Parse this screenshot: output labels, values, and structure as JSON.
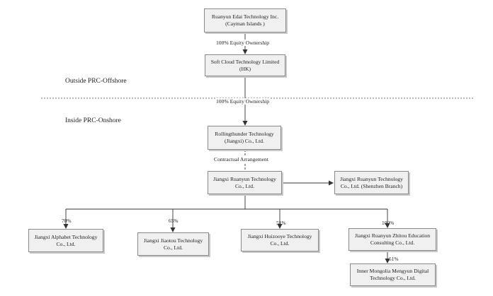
{
  "regions": {
    "outside": "Outside PRC-Offshore",
    "inside": "Inside PRC-Onshore"
  },
  "nodes": {
    "ruanyun_edai": {
      "line1": "Ruanyun Edai Technology Inc.",
      "line2": "(Cayman Islands )"
    },
    "soft_cloud": {
      "line1": "Soft Cloud Technology Limited",
      "line2": "(HK)"
    },
    "rollingthunder": {
      "line1": "Rollingthunder Technology",
      "line2": "(Jiangxi) Co., Ltd."
    },
    "jiangxi_ruanyun": {
      "line1": "Jiangxi Ruanyun Technology",
      "line2": "Co., Ltd."
    },
    "shenzhen_branch": {
      "line1": "Jiangxi Ruanyun Technology",
      "line2": "Co., Ltd. (Shenzhen Branch)"
    },
    "alphabet": {
      "line1": "Jiangxi Alphabet Technology",
      "line2": "Co., Ltd."
    },
    "jiaotou": {
      "line1": "Jiangxi Jiaotou Technology",
      "line2": "Co., Ltd."
    },
    "huizooye": {
      "line1": "Jiangxi Huizooye Technology",
      "line2": "Co., Ltd."
    },
    "zhitou": {
      "line1": "Jiangxi Ruanyun Zhitou Education",
      "line2": "Consulting Co., Ltd."
    },
    "mengyun": {
      "line1": "Inner Mongolia Mengyun Digital",
      "line2": "Technology Co., Ltd."
    }
  },
  "edges": {
    "equity_1": "100% Equity Ownership",
    "equity_2": "100% Equity Ownership",
    "contractual": "Contractual Arrangement",
    "alphabet_pct": "70%",
    "jiaotou_pct": "65%",
    "huizooye_pct": "51%",
    "zhitou_pct": "100%",
    "mengyun_pct": "51%"
  }
}
